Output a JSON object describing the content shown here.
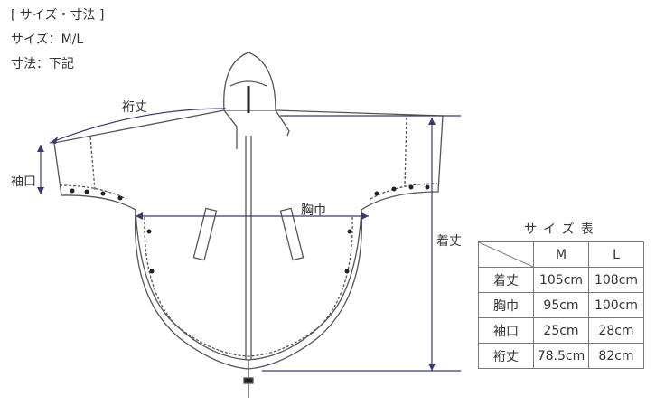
{
  "header": {
    "title": "[ サイズ・寸法 ]",
    "size_line": "サイズ：M/L",
    "dimension_line": "寸法：下記"
  },
  "diagram": {
    "labels": {
      "yuki": "裄丈",
      "sodeguchi": "袖口",
      "munehaba": "胸巾",
      "kitake": "着丈"
    },
    "colors": {
      "dimension": "#3b3a6e",
      "outline": "#555555"
    }
  },
  "size_table": {
    "title": "サイズ表",
    "columns": [
      "M",
      "L"
    ],
    "rows": [
      {
        "label": "着丈",
        "values": [
          "105cm",
          "108cm"
        ]
      },
      {
        "label": "胸巾",
        "values": [
          "95cm",
          "100cm"
        ]
      },
      {
        "label": "袖口",
        "values": [
          "25cm",
          "28cm"
        ]
      },
      {
        "label": "裄丈",
        "values": [
          "78.5cm",
          "82cm"
        ]
      }
    ]
  }
}
